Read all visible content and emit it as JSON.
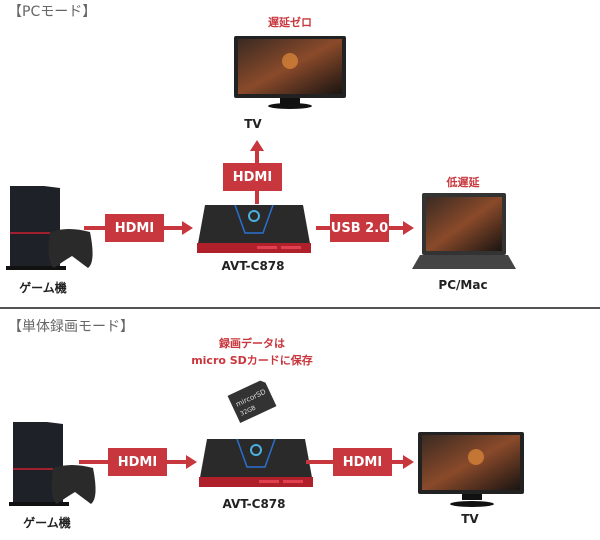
{
  "colors": {
    "accent": "#c8373d",
    "text": "#222222",
    "title": "#666666"
  },
  "pc_mode": {
    "title": "【PCモード】",
    "tv_note": "遅延ゼロ",
    "tv_label": "TV",
    "hdmi_up": "HDMI",
    "hdmi_in": "HDMI",
    "usb": "USB 2.0",
    "device_label": "AVT-C878",
    "console_label": "ゲーム機",
    "pc_note": "低遅延",
    "pc_label": "PC/Mac"
  },
  "standalone_mode": {
    "title": "【単体録画モード】",
    "note_line1": "録画データは",
    "note_line2": "micro SDカードに保存",
    "hdmi_in": "HDMI",
    "hdmi_out": "HDMI",
    "device_label": "AVT-C878",
    "console_label": "ゲーム機",
    "tv_label": "TV",
    "sd_card_text": "mircorSD 32GB"
  }
}
